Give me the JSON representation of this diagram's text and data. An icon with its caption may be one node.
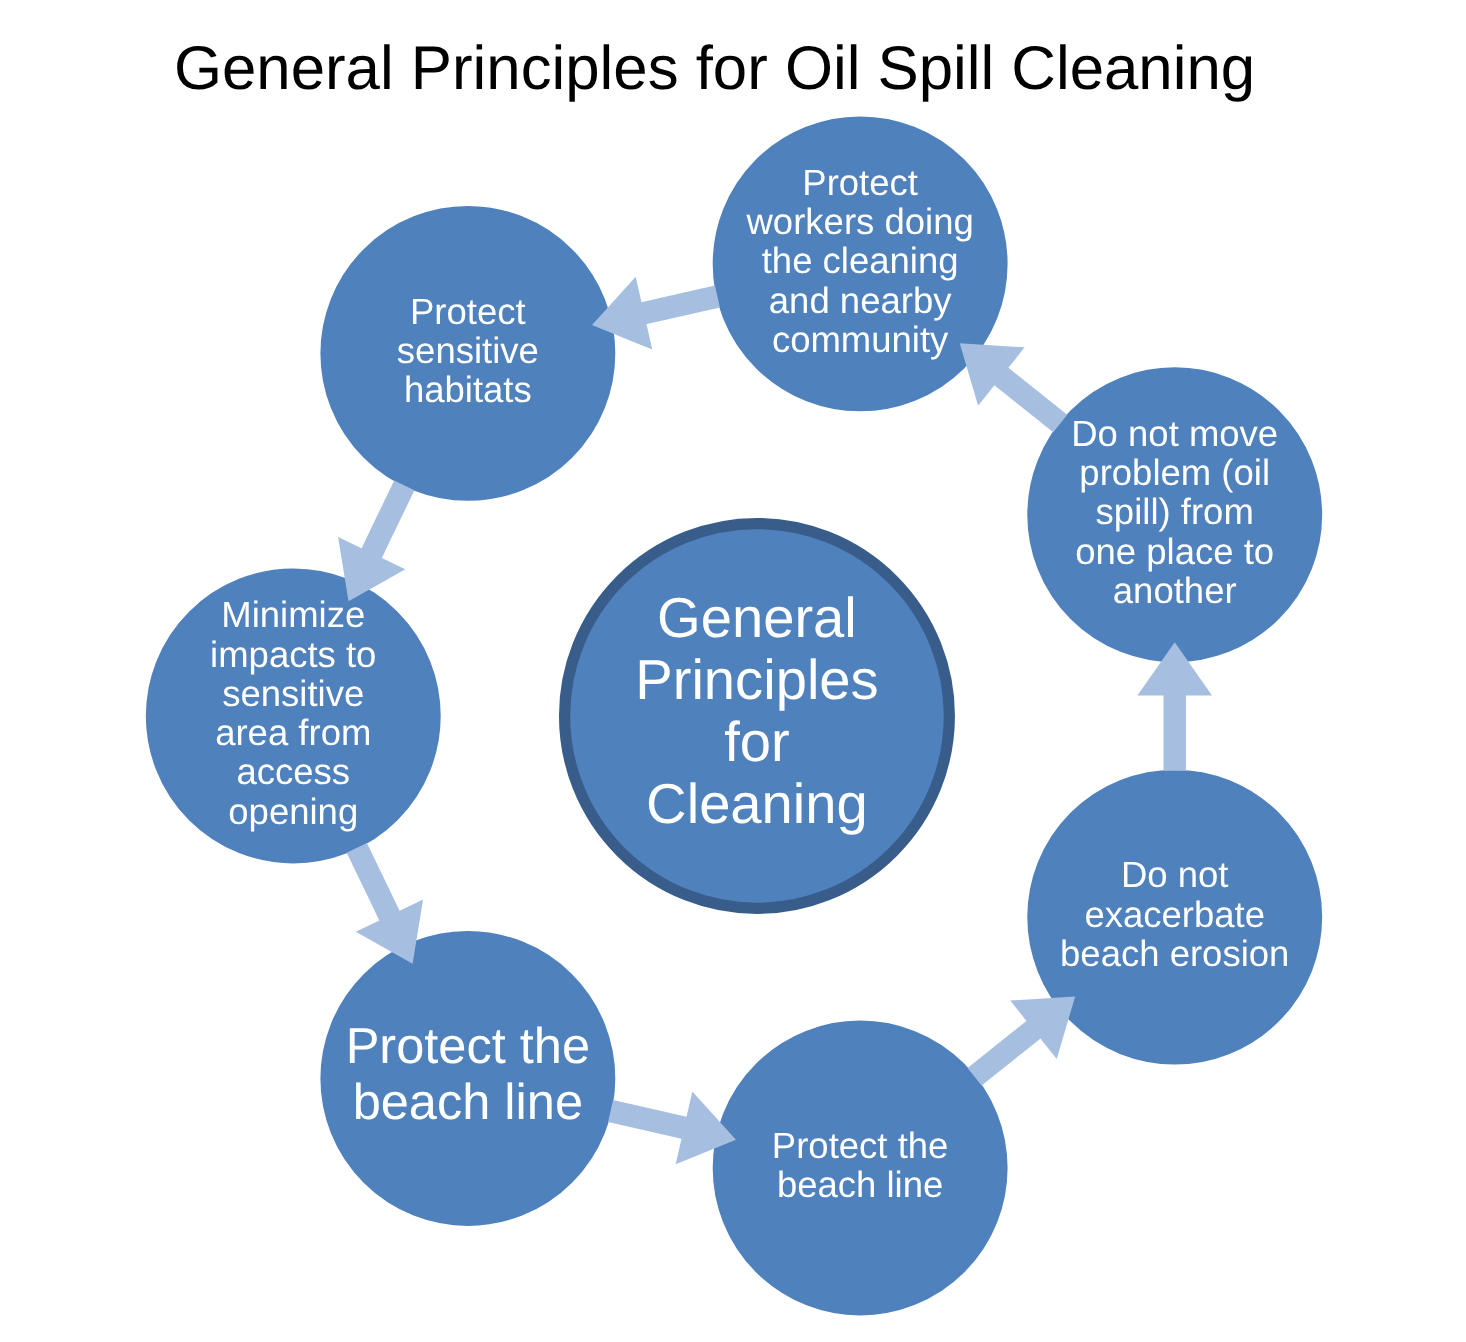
{
  "diagram": {
    "title": "General Principles for Oil Spill Cleaning",
    "nodes": [
      {
        "text": [
          "General Principles for Cleaning"
        ]
      },
      {
        "text": [
          "Do not move problem (oil spill) from one place to another"
        ]
      },
      {
        "text": [
          "Protect workers doing the cleaning and nearby community"
        ]
      },
      {
        "text": [
          "Protect sensitive habitats"
        ]
      },
      {
        "text": [
          "Minimize impacts to sensitive area from access opening"
        ]
      },
      {
        "text": [
          "Protect the beach line"
        ]
      },
      {
        "text": [
          "Protect the beach line"
        ]
      },
      {
        "text": [
          "Do not exacerbate beach erosion"
        ]
      }
    ],
    "edges": [
      {
        "from": 7,
        "to": 1,
        "arrow": "to"
      },
      {
        "from": 1,
        "to": 2,
        "arrow": "to"
      },
      {
        "from": 2,
        "to": 3,
        "arrow": "to"
      },
      {
        "from": 3,
        "to": 4,
        "arrow": "to"
      },
      {
        "from": 4,
        "to": 5,
        "arrow": "to"
      },
      {
        "from": 5,
        "to": 6,
        "arrow": "to"
      },
      {
        "from": 6,
        "to": 7,
        "arrow": "to"
      }
    ]
  }
}
